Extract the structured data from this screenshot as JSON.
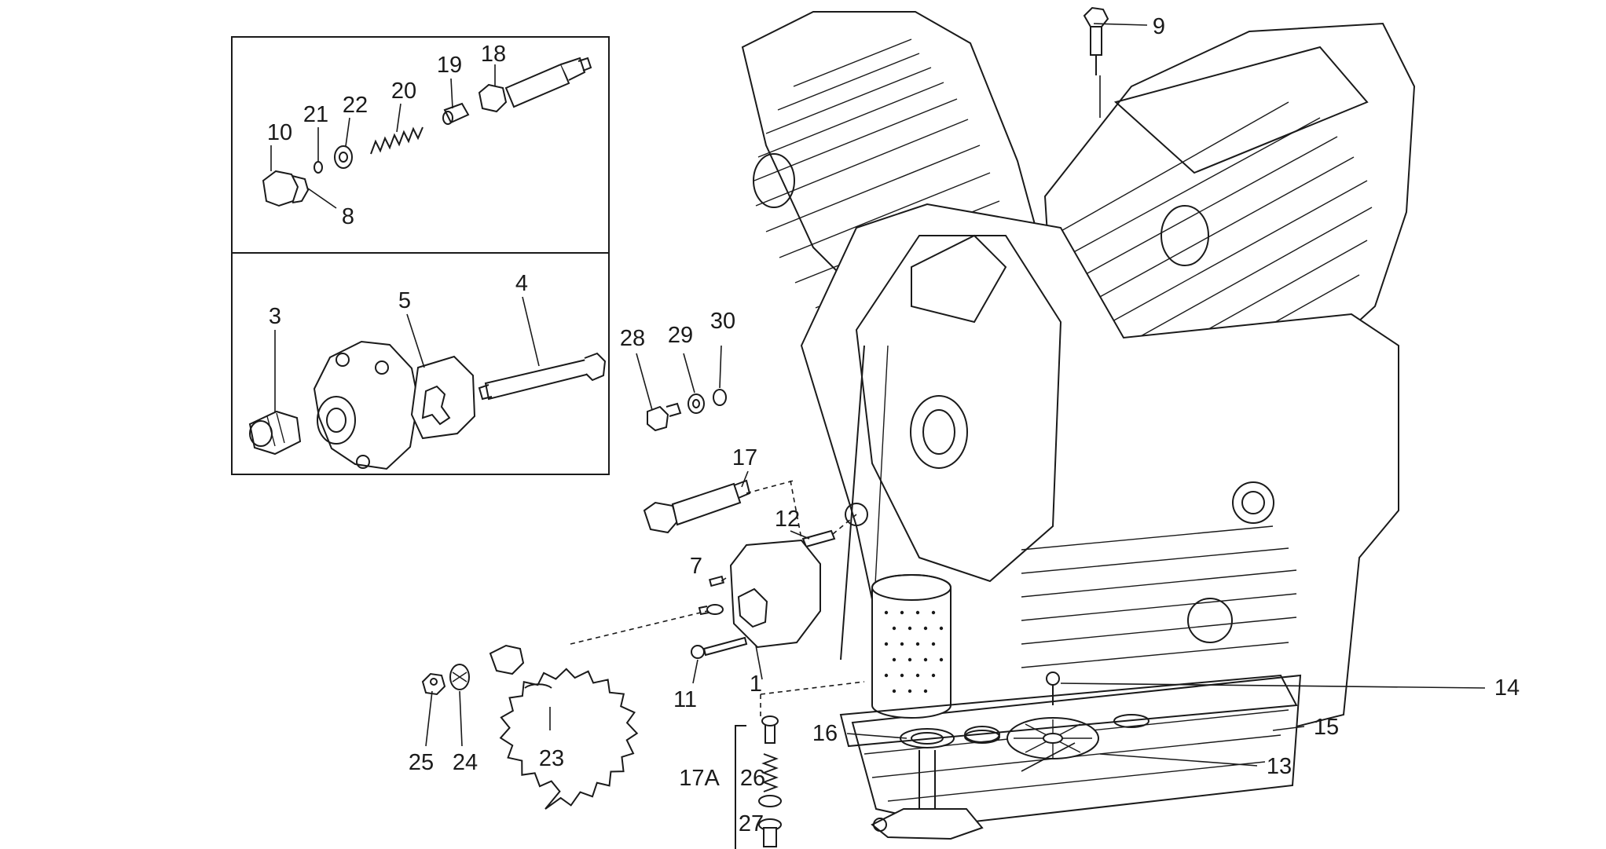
{
  "diagram": {
    "labels": {
      "l1": "1",
      "l3": "3",
      "l4": "4",
      "l5": "5",
      "l7": "7",
      "l8": "8",
      "l9": "9",
      "l10": "10",
      "l11": "11",
      "l12": "12",
      "l13": "13",
      "l14": "14",
      "l15": "15",
      "l16": "16",
      "l17": "17",
      "l17a": "17A",
      "l18": "18",
      "l19": "19",
      "l20": "20",
      "l21": "21",
      "l22": "22",
      "l23": "23",
      "l24": "24",
      "l25": "25",
      "l26": "26",
      "l27": "27",
      "l28": "28",
      "l29": "29",
      "l30": "30"
    }
  }
}
